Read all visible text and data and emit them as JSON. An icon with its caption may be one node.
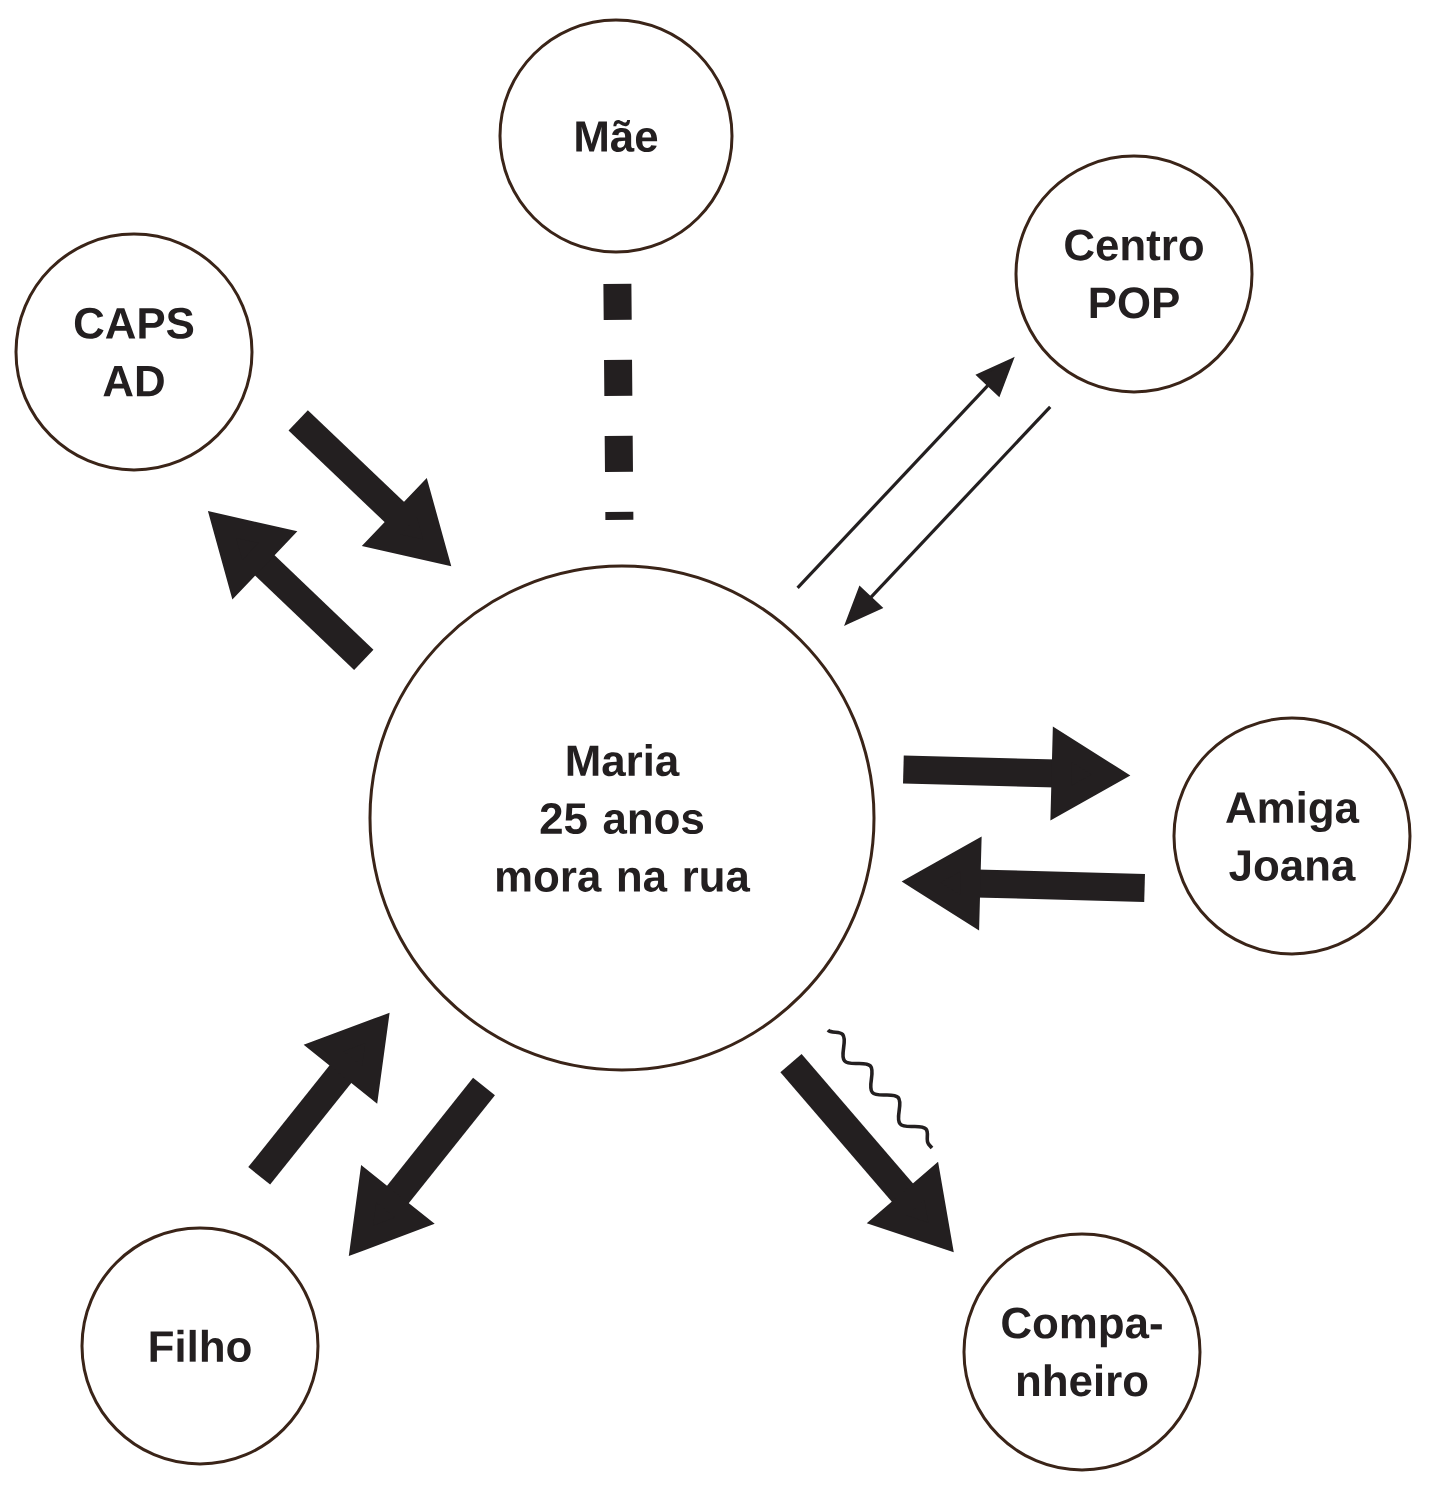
{
  "diagram": {
    "nodes": [
      {
        "text": [
          "Mãe"
        ]
      },
      {
        "text": [
          "CAPS AD"
        ]
      },
      {
        "text": [
          "Centro POP"
        ]
      },
      {
        "text": [
          "Maria",
          "25 anos",
          "mora na rua"
        ]
      },
      {
        "text": [
          "Amiga Joana"
        ]
      },
      {
        "text": [
          "Filho"
        ]
      },
      {
        "text": [
          "Compa- nheiro"
        ]
      }
    ],
    "edges": [
      {
        "from": 0,
        "to": 3,
        "arrow": "none",
        "style": "dashed"
      },
      {
        "from": 1,
        "to": 3,
        "arrow": "to"
      },
      {
        "from": 3,
        "to": 1,
        "arrow": "to"
      },
      {
        "from": 3,
        "to": 2,
        "arrow": "to"
      },
      {
        "from": 2,
        "to": 3,
        "arrow": "to"
      },
      {
        "from": 3,
        "to": 4,
        "arrow": "to"
      },
      {
        "from": 4,
        "to": 3,
        "arrow": "to"
      },
      {
        "from": 5,
        "to": 3,
        "arrow": "to"
      },
      {
        "from": 3,
        "to": 5,
        "arrow": "to"
      },
      {
        "from": 3,
        "to": 6,
        "arrow": "to"
      }
    ]
  }
}
